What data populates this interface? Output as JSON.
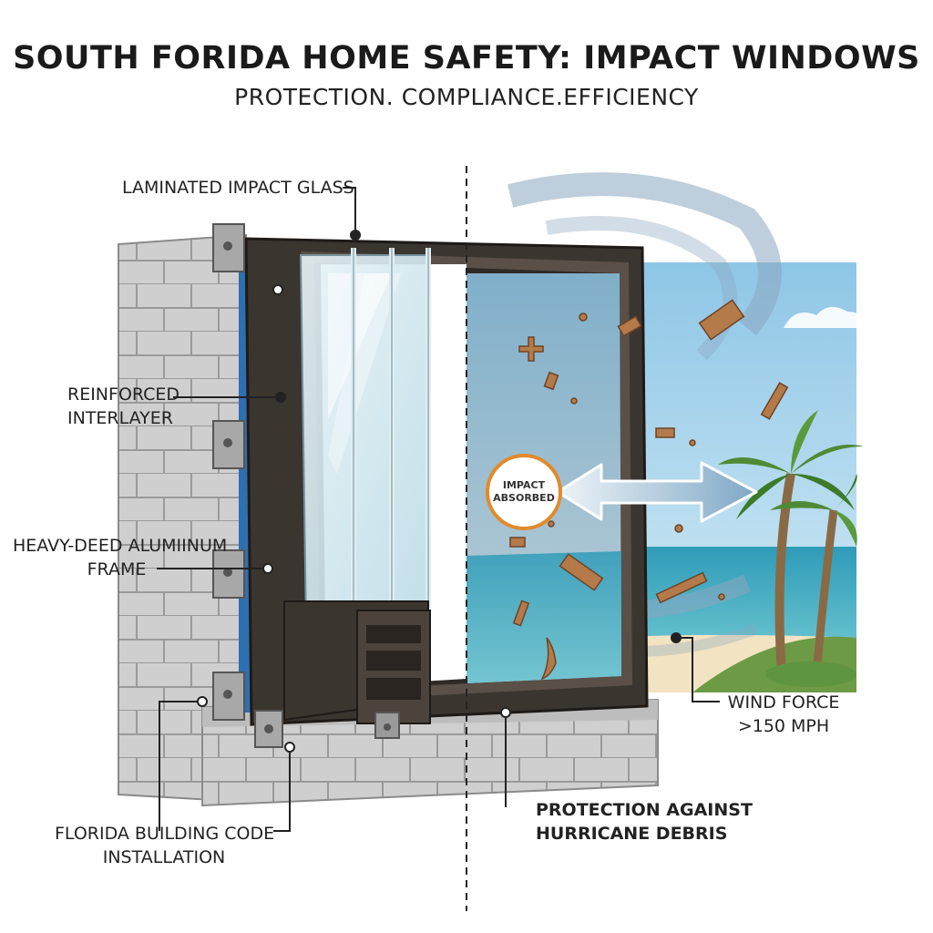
{
  "header": {
    "title": "SOUTH FORIDA HOME SAFETY: IMPACT WINDOWS",
    "subtitle": "PROTECTION. COMPLIANCE.EFFICIENCY"
  },
  "callouts": {
    "glass": "LAMINATED IMPACT GLASS",
    "interlayer_line1": "REINFORCED",
    "interlayer_line2": "INTERLAYER",
    "frame_line1": "HEAVY-DEED ALUMIINUM",
    "frame_line2": "FRAME",
    "code_line1": "FLORIDA BUILDING CODE",
    "code_line2": "INSTALLATION",
    "debris_line1": "PROTECTION AGAINST",
    "debris_line2": "HURRICANE DEBRIS",
    "wind_line1": "WIND FORCE",
    "wind_line2": ">150 MPH"
  },
  "badge": {
    "line1": "IMPACT",
    "line2": "ABSORBED"
  },
  "colors": {
    "frame": "#3b3530",
    "wall": "#c9c9c9",
    "glass": "#d7ebf0",
    "sky": "#a9d3ea",
    "sea": "#3fa8c0",
    "badge": "#e28a2b",
    "seal": "#2e6fb0"
  }
}
